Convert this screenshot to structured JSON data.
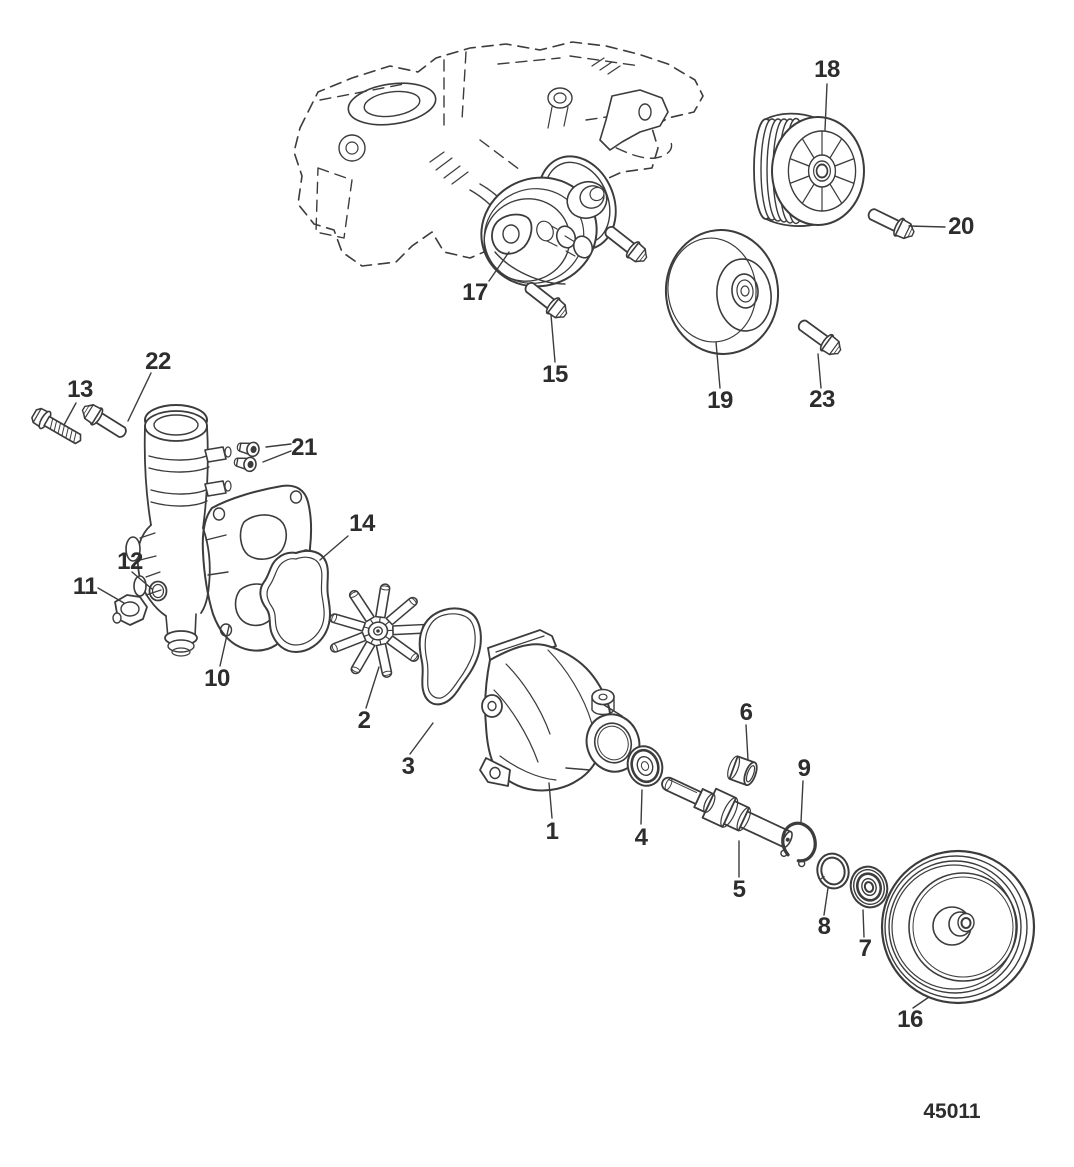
{
  "figure": {
    "drawing_number": "45011"
  },
  "colors": {
    "line": "#3c3c3c",
    "label_text": "#2d2d2d",
    "background": "#ffffff"
  },
  "callouts": [
    {
      "label": "1"
    },
    {
      "label": "2"
    },
    {
      "label": "3"
    },
    {
      "label": "4"
    },
    {
      "label": "5"
    },
    {
      "label": "6"
    },
    {
      "label": "7"
    },
    {
      "label": "8"
    },
    {
      "label": "9"
    },
    {
      "label": "10"
    },
    {
      "label": "11"
    },
    {
      "label": "12"
    },
    {
      "label": "13"
    },
    {
      "label": "14"
    },
    {
      "label": "15"
    },
    {
      "label": "16"
    },
    {
      "label": "17"
    },
    {
      "label": "18"
    },
    {
      "label": "19"
    },
    {
      "label": "20"
    },
    {
      "label": "21"
    },
    {
      "label": "22"
    },
    {
      "label": "23"
    }
  ]
}
